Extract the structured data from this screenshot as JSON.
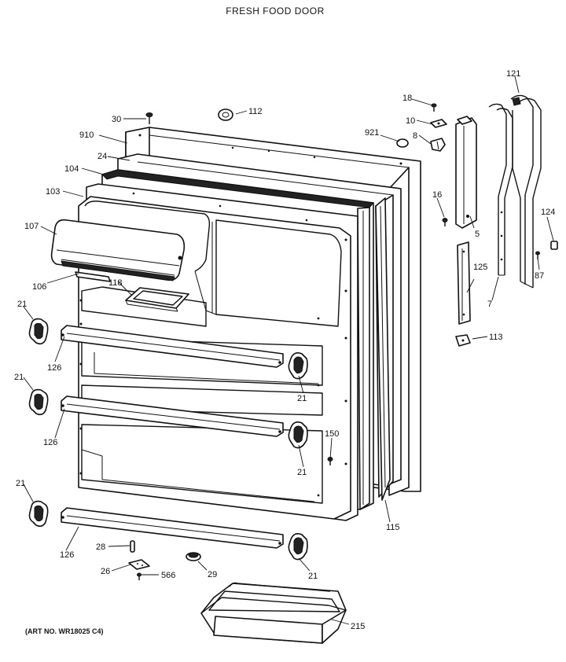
{
  "title": "FRESH FOOD DOOR",
  "art_number": "(ART NO. WR18025 C4)",
  "callouts": {
    "c30": "30",
    "c112": "112",
    "c910": "910",
    "c24": "24",
    "c104": "104",
    "c103": "103",
    "c107": "107",
    "c106": "106",
    "c118": "118",
    "c21a": "21",
    "c21b": "21",
    "c21c": "21",
    "c21d": "21",
    "c21e": "21",
    "c21f": "21",
    "c126a": "126",
    "c126b": "126",
    "c126c": "126",
    "c18": "18",
    "c10": "10",
    "c921": "921",
    "c8": "8",
    "c16": "16",
    "c5": "5",
    "c121": "121",
    "c124": "124",
    "c87": "87",
    "c7": "7",
    "c125": "125",
    "c113": "113",
    "c150": "150",
    "c115": "115",
    "c28": "28",
    "c26": "26",
    "c566": "566",
    "c29": "29",
    "c215": "215"
  }
}
